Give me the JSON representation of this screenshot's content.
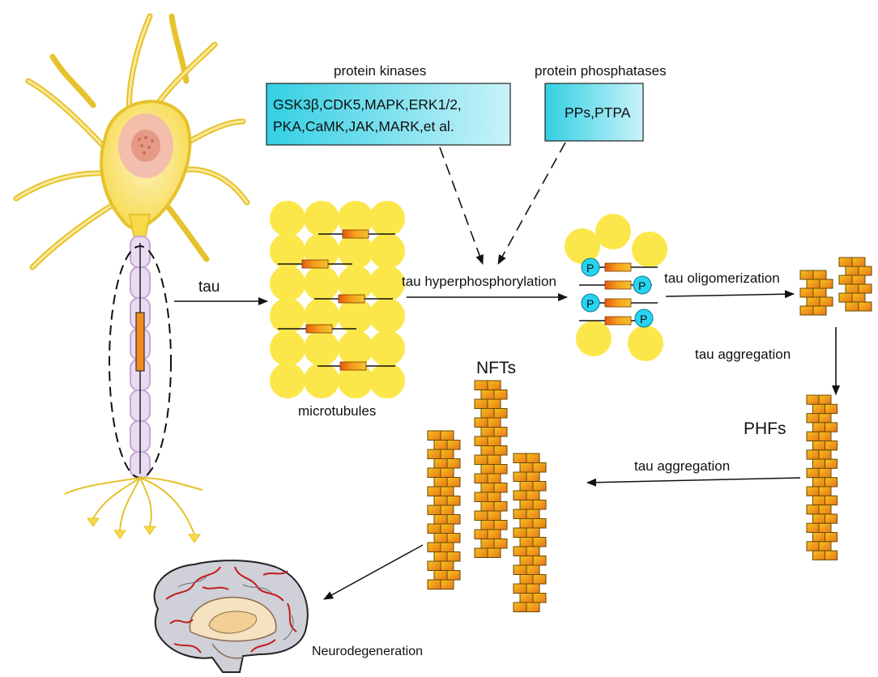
{
  "labels": {
    "tau": "tau",
    "microtubules": "microtubules",
    "protein_kinases_title": "protein kinases",
    "kinases_line1": "GSK3β,CDK5,MAPK,ERK1/2,",
    "kinases_line2": "PKA,CaMK,JAK,MARK,et al.",
    "protein_phosphatases_title": "protein phosphatases",
    "phosphatases": "PPs,PTPA",
    "hyperphosphorylation": "tau hyperphosphorylation",
    "oligomerization": "tau oligomerization",
    "aggregation_1": "tau aggregation",
    "aggregation_2": "tau aggregation",
    "phfs": "PHFs",
    "nfts": "NFTs",
    "neurodegeneration": "Neurodegeneration",
    "phospho": "P"
  },
  "colors": {
    "tubulin": "#fbe74a",
    "tau_segment": "#f28c1c",
    "box_fill": "#3fd2e6",
    "phospho": "#26d3f0",
    "brick": "#f2a41a",
    "brick_stroke": "#6a4a00",
    "neuron": "#fbe99a",
    "axon": "#eadcf0",
    "vessel": "#c41a1a"
  },
  "icons": {
    "neuron": "neuron-illustration",
    "brain": "brain-illustration"
  }
}
